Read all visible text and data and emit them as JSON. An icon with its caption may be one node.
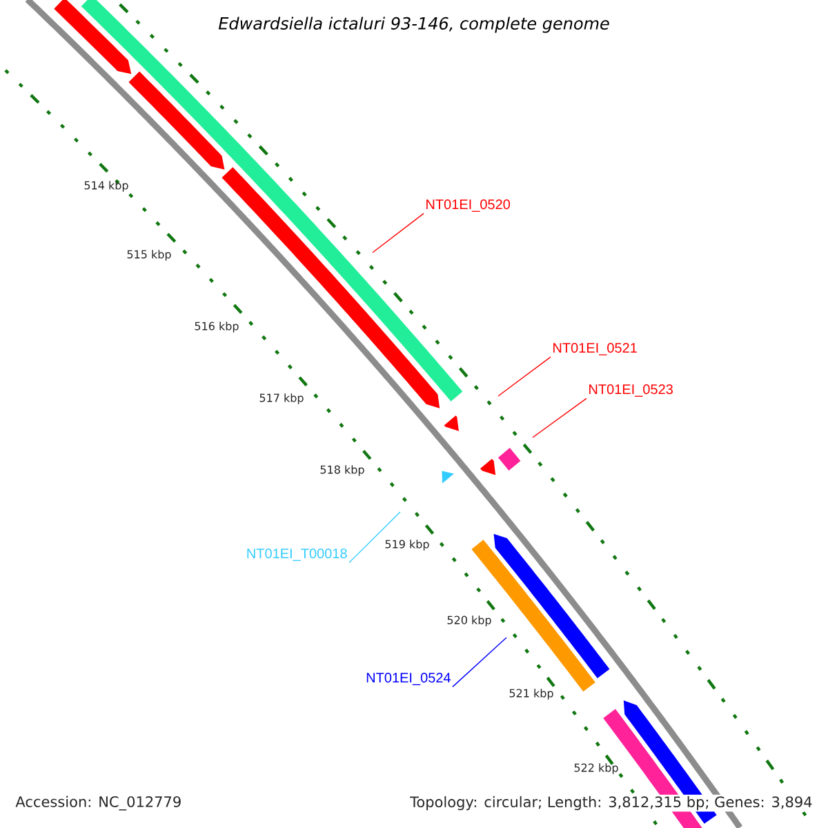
{
  "diagram": {
    "title": "Edwardsiella ictaluri 93-146, complete genome",
    "nodes": [
      {
        "text": [
          "NT01EI_0520"
        ]
      },
      {
        "text": [
          "NT01EI_0521"
        ]
      },
      {
        "text": [
          "NT01EI_0523"
        ]
      },
      {
        "text": [
          "NT01EI_T00018"
        ]
      },
      {
        "text": [
          "NT01EI_0524"
        ]
      }
    ],
    "edges": [
      {
        "from": 0,
        "to": null,
        "arrow": "none"
      },
      {
        "from": 1,
        "to": null,
        "arrow": "none"
      },
      {
        "from": 2,
        "to": null,
        "arrow": "none"
      },
      {
        "from": 3,
        "to": null,
        "arrow": "none",
        "color": "#33ccff"
      },
      {
        "from": 4,
        "to": null,
        "arrow": "none",
        "color": "#0000ff"
      }
    ],
    "labels": [
      "514 kbp",
      "515 kbp",
      "516 kbp",
      "517 kbp",
      "518 kbp",
      "519 kbp",
      "520 kbp",
      "521 kbp",
      "522 kbp",
      "Accession: NC_012779",
      "Topology: circular; Length: 3,812,315 bp; Genes: 3,894"
    ]
  }
}
